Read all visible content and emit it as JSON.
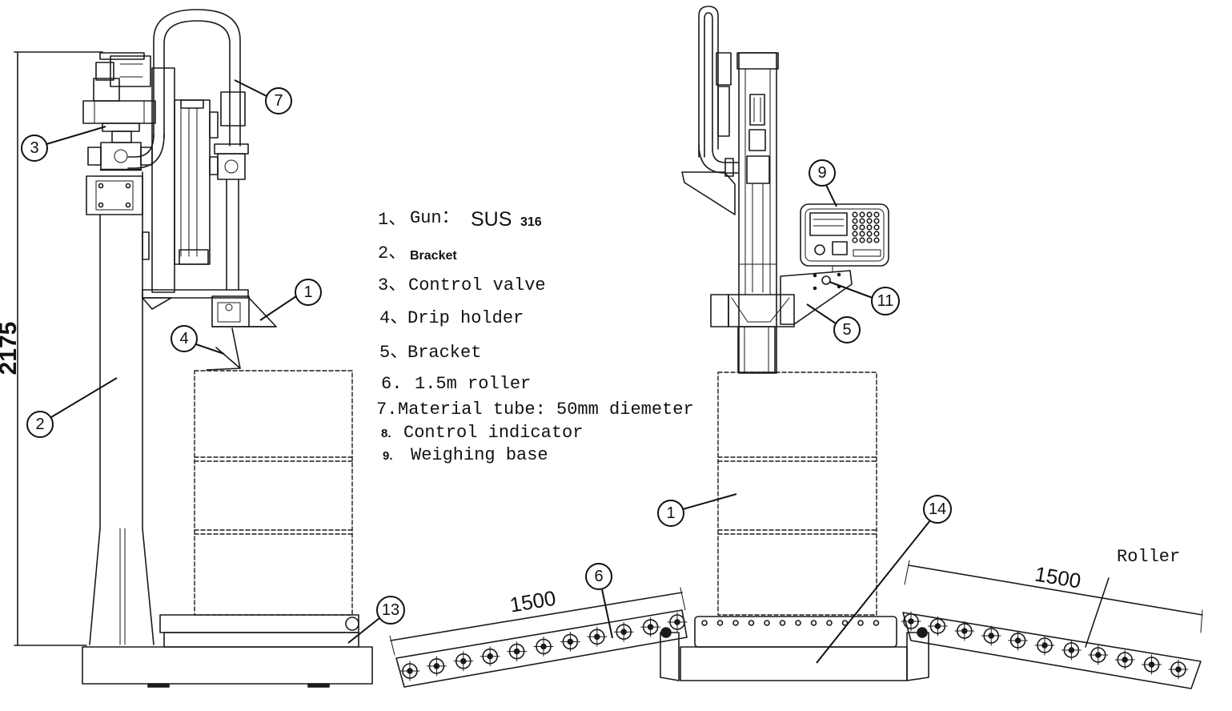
{
  "legend": {
    "items": [
      {
        "num": "1、",
        "label": "Gun：",
        "extra_a": "SUS",
        "extra_b": "316"
      },
      {
        "num": "2、",
        "label": "Bracket"
      },
      {
        "num": "3、",
        "label": "Control valve"
      },
      {
        "num": "4、",
        "label": "Drip holder"
      },
      {
        "num": "5、",
        "label": "Bracket"
      },
      {
        "num": "6.",
        "label": "1.5m roller"
      },
      {
        "num": "7.",
        "label": "Material tube: 50mm diemeter"
      },
      {
        "num": "8.",
        "label": "Control indicator"
      },
      {
        "num": "9.",
        "label": "Weighing base"
      }
    ]
  },
  "callouts": {
    "left_gun": "1",
    "left_bracket": "2",
    "left_valve": "3",
    "left_drip": "4",
    "left_tube": "7",
    "left_scale": "13",
    "right_indicator": "9",
    "right_hole": "11",
    "right_bracket": "5",
    "right_drum": "1",
    "right_roller": "6",
    "right_base": "14"
  },
  "dimensions": {
    "height": "2175",
    "left_roller_length": "1500",
    "right_roller_length": "1500"
  },
  "roller_label": "Roller"
}
